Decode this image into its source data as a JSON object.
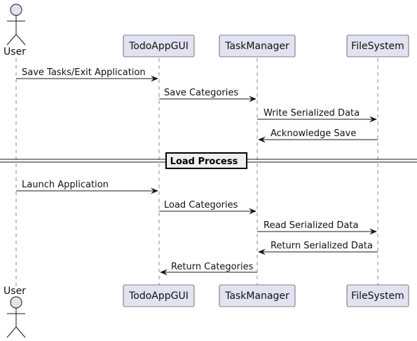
{
  "participants": {
    "user": "User",
    "gui": "TodoAppGUI",
    "tm": "TaskManager",
    "fs": "FileSystem"
  },
  "messages": {
    "m1": "Save Tasks/Exit Application",
    "m2": "Save Categories",
    "m3": "Write Serialized Data",
    "m4": "Acknowledge Save",
    "m5": "Launch Application",
    "m6": "Load Categories",
    "m7": "Read Serialized Data",
    "m8": "Return Serialized Data",
    "m9": "Return Categories"
  },
  "divider": "Load Process",
  "colors": {
    "participant_fill": "#E2E2F0",
    "line": "#181818"
  }
}
